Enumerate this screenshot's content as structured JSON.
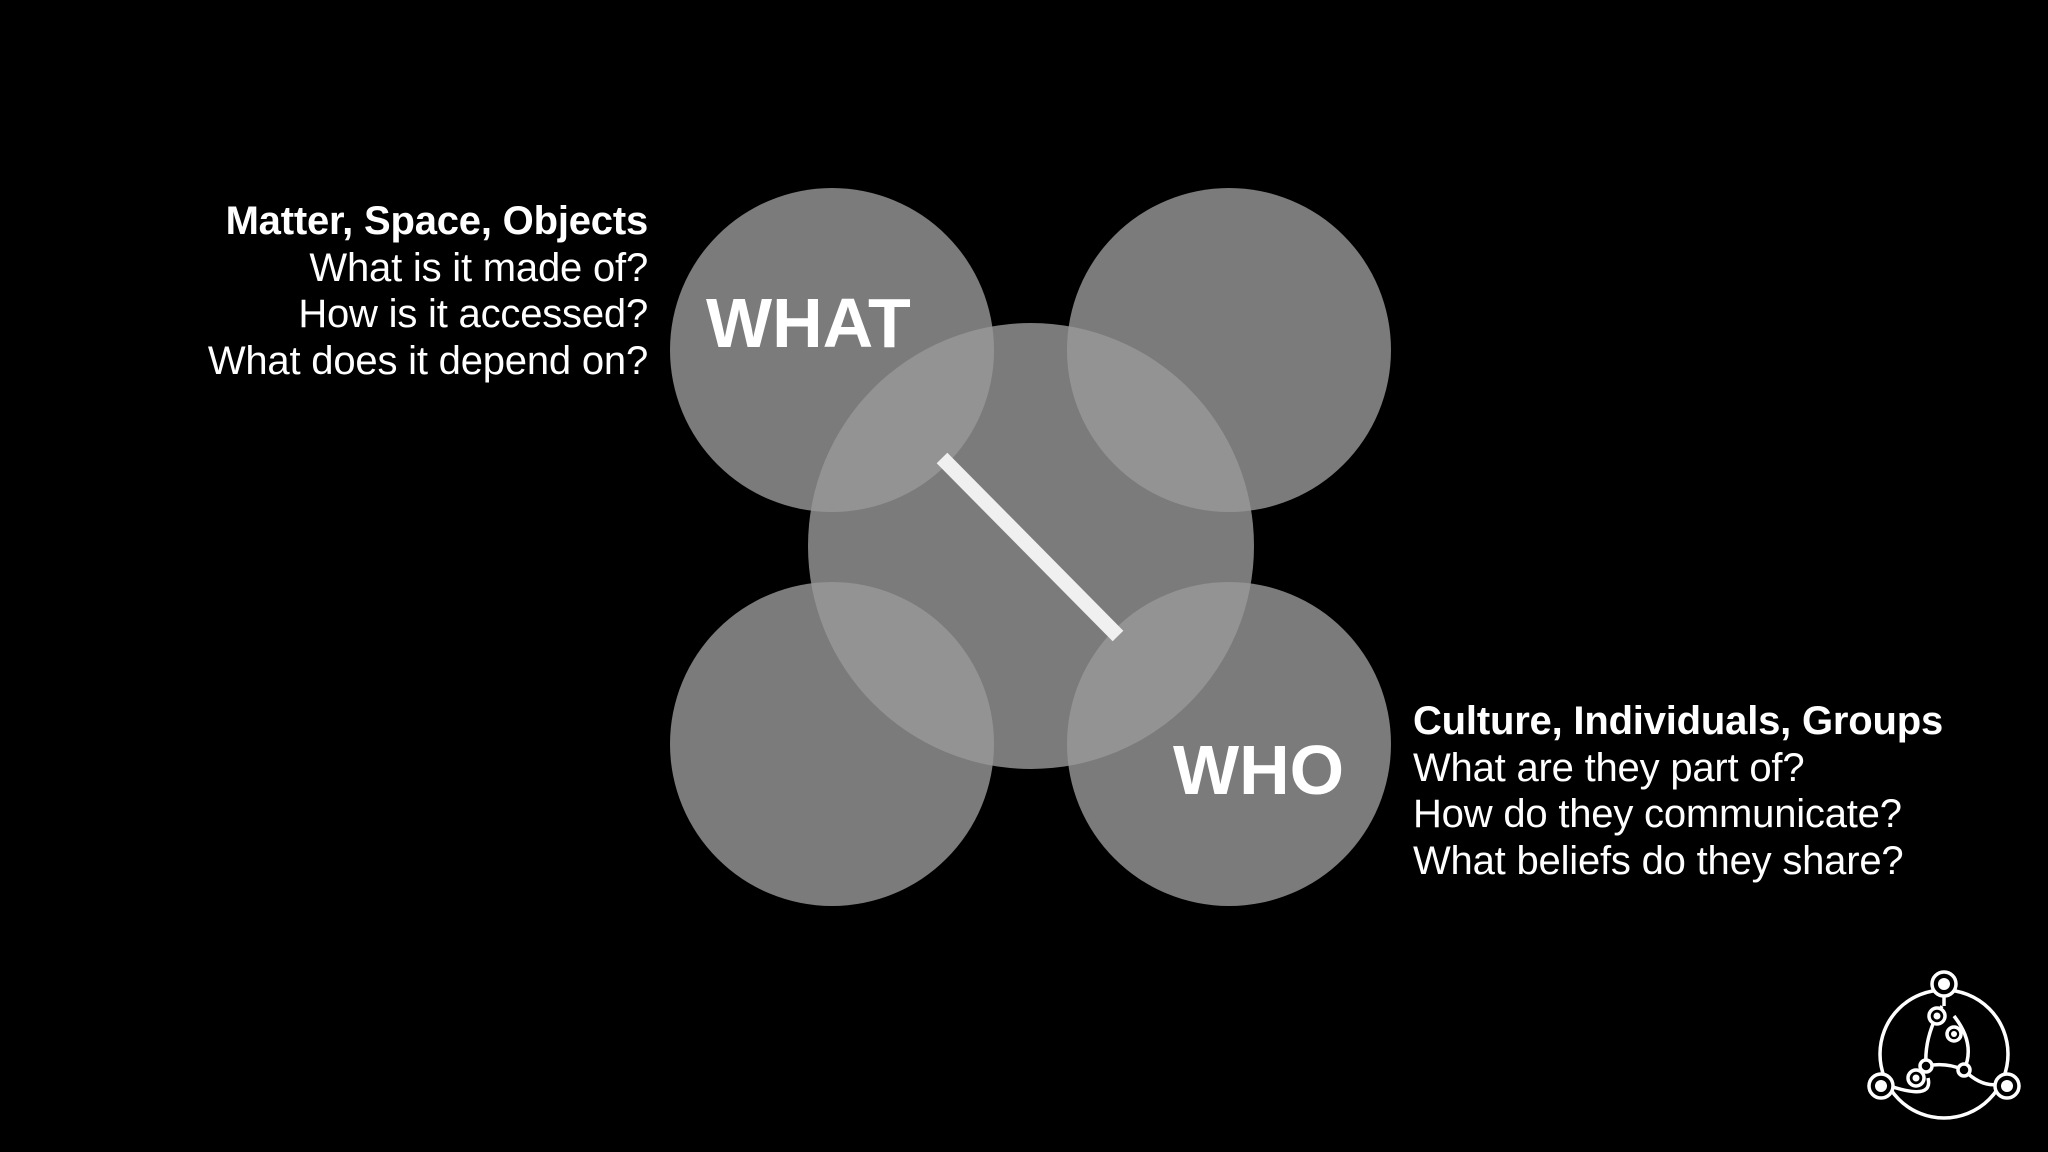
{
  "labels": {
    "what": "WHAT",
    "who": "WHO"
  },
  "what_block": {
    "heading": "Matter, Space, Objects",
    "lines": [
      "What is it made of?",
      "How is it accessed?",
      "What does it depend on?"
    ]
  },
  "who_block": {
    "heading": "Culture, Individuals, Groups",
    "lines": [
      "What are they part of?",
      "How do they communicate?",
      "What beliefs do they share?"
    ]
  },
  "colors": {
    "background": "#000000",
    "circle_fill": "#9a9a9a",
    "connector": "#f0f0f0",
    "text": "#ffffff"
  },
  "icons": {
    "logo": "triad-network-logo"
  }
}
